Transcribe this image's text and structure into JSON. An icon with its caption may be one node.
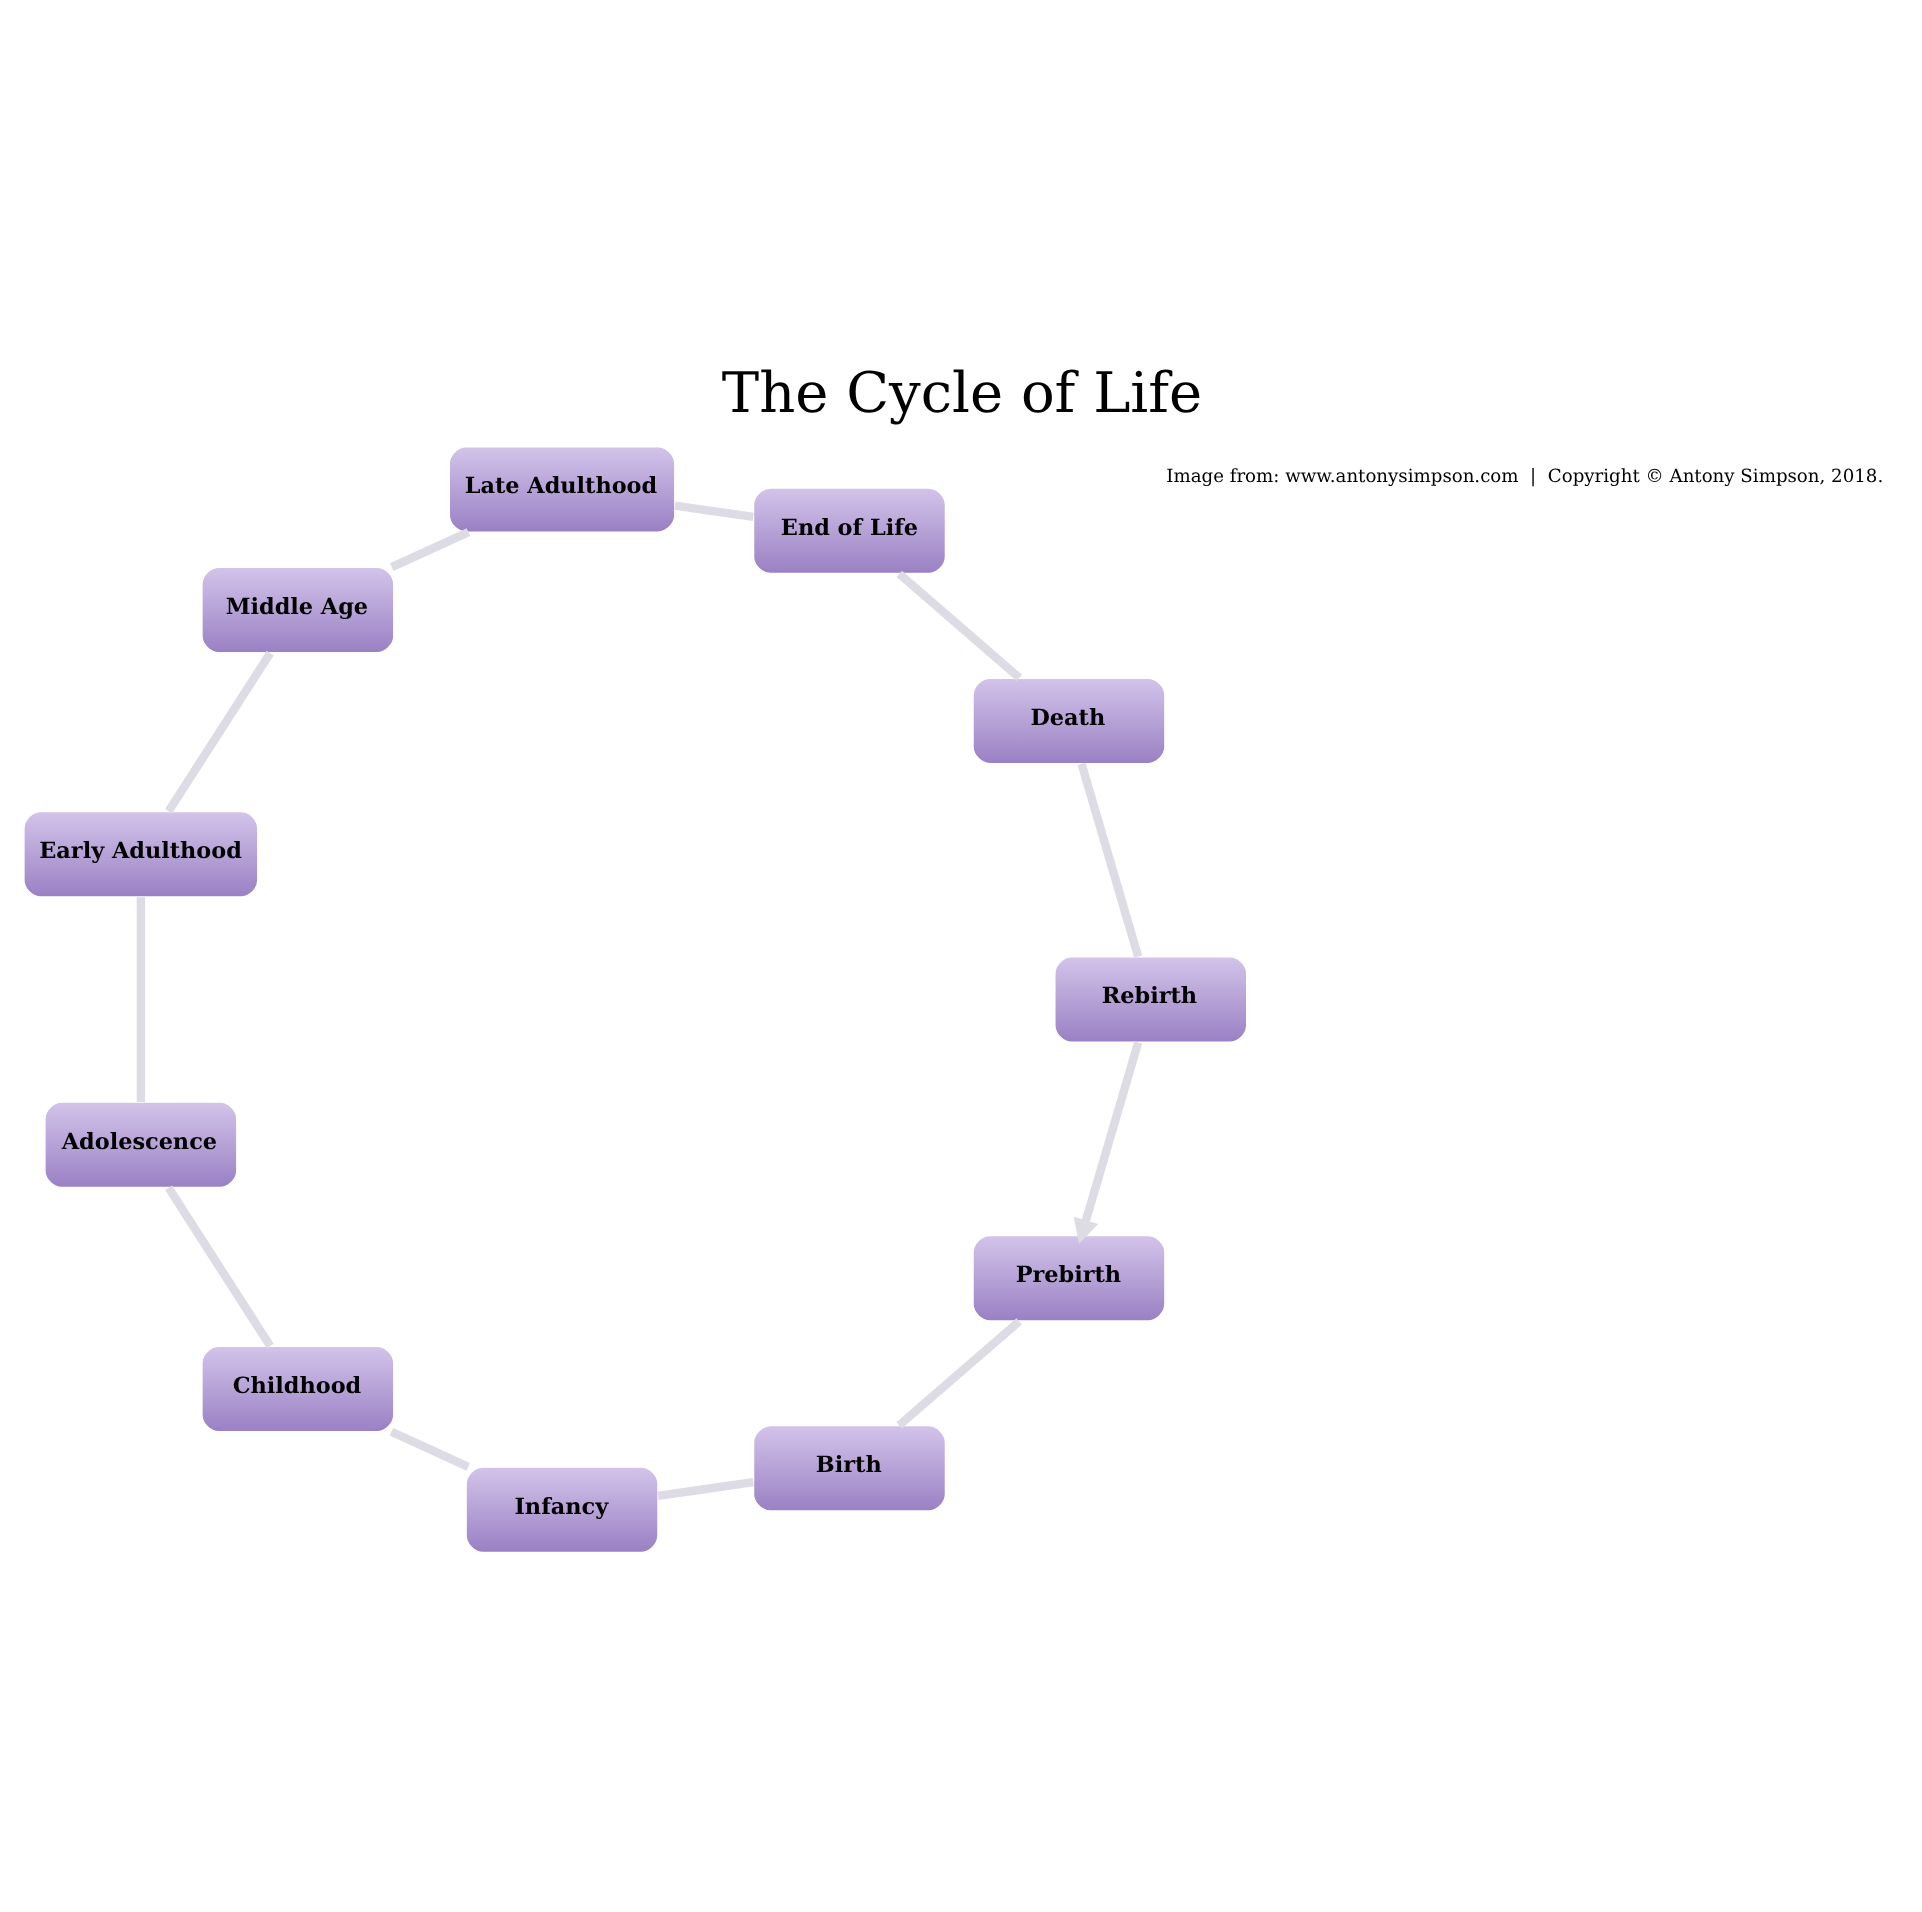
{
  "diagram": {
    "title": "The Cycle of Life",
    "caption": "Image from: www.antonysimpson.com  |  Copyright © Antony Simpson, 2018.",
    "nodes": [
      {
        "text": [
          "Prebirth"
        ]
      },
      {
        "text": [
          "Birth"
        ]
      },
      {
        "text": [
          "Infancy"
        ]
      },
      {
        "text": [
          "Childhood"
        ]
      },
      {
        "text": [
          "Adolescence"
        ]
      },
      {
        "text": [
          "Early Adulthood"
        ]
      },
      {
        "text": [
          "Middle Age"
        ]
      },
      {
        "text": [
          "Late Adulthood"
        ]
      },
      {
        "text": [
          "End of Life"
        ]
      },
      {
        "text": [
          "Death"
        ]
      },
      {
        "text": [
          "Rebirth"
        ]
      }
    ],
    "edges": [
      {
        "from": 0,
        "to": 1,
        "arrow": "none"
      },
      {
        "from": 1,
        "to": 2,
        "arrow": "none"
      },
      {
        "from": 2,
        "to": 3,
        "arrow": "none"
      },
      {
        "from": 3,
        "to": 4,
        "arrow": "none"
      },
      {
        "from": 4,
        "to": 5,
        "arrow": "none"
      },
      {
        "from": 5,
        "to": 6,
        "arrow": "none"
      },
      {
        "from": 6,
        "to": 7,
        "arrow": "none"
      },
      {
        "from": 7,
        "to": 8,
        "arrow": "none"
      },
      {
        "from": 8,
        "to": 9,
        "arrow": "none"
      },
      {
        "from": 9,
        "to": 10,
        "arrow": "none"
      },
      {
        "from": 10,
        "to": 0,
        "arrow": "to"
      }
    ]
  }
}
